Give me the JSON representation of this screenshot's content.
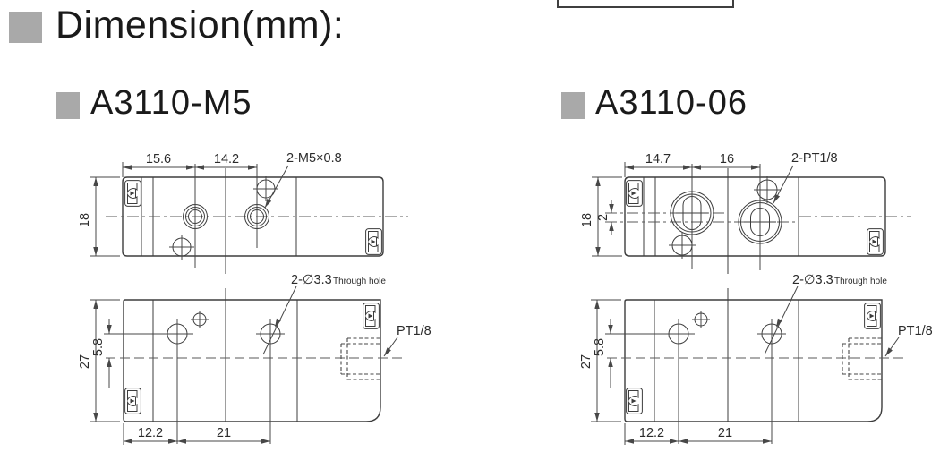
{
  "colors": {
    "bullet_gray": "#a9a9a9",
    "line_color": "#3d3d3d"
  },
  "header": {
    "title": "Dimension(mm):"
  },
  "sections": [
    {
      "title": "A3110-M5",
      "top_view": {
        "dim_left": "15.6",
        "dim_right": "14.2",
        "dim_height": "18",
        "thread_label": "2-M5×0.8"
      },
      "bottom_view": {
        "hole_label": "2-∅3.3",
        "hole_note": "Through hole",
        "dim_height": "27",
        "dim_hole": "5.8",
        "port_label": "PT1/8",
        "dim_bottom_left": "12.2",
        "dim_bottom_right": "21"
      }
    },
    {
      "title": "A3110-06",
      "top_view": {
        "dim_left": "14.7",
        "dim_right": "16",
        "dim_height": "18",
        "dim_offset": "2",
        "thread_label": "2-PT1/8"
      },
      "bottom_view": {
        "hole_label": "2-∅3.3",
        "hole_note": "Through hole",
        "dim_height": "27",
        "dim_hole": "5.8",
        "port_label": "PT1/8",
        "dim_bottom_left": "12.2",
        "dim_bottom_right": "21"
      }
    }
  ]
}
